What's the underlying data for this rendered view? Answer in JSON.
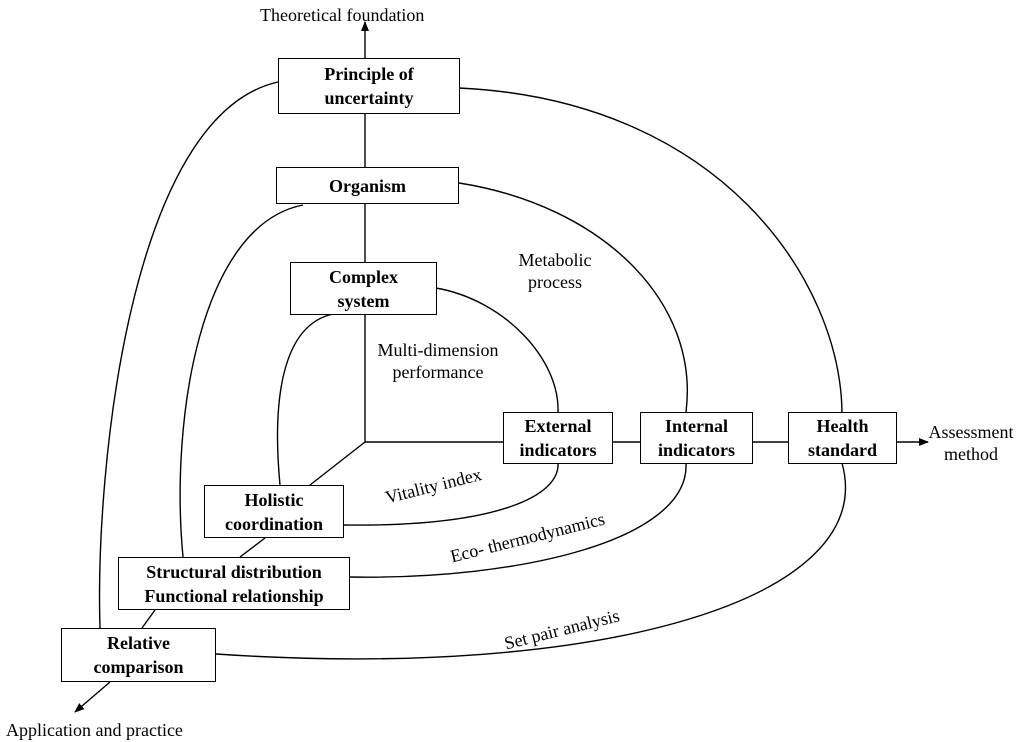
{
  "boxes": {
    "principle": "Principle of\nuncertainty",
    "organism": "Organism",
    "complex": "Complex\nsystem",
    "external": "External\nindicators",
    "internal": "Internal\nindicators",
    "health": "Health\nstandard",
    "holistic": "Holistic\ncoordination",
    "structural": "Structural distribution\nFunctional relationship",
    "relative": "Relative\ncomparison"
  },
  "labels": {
    "theoretical": "Theoretical  foundation",
    "assessment": "Assessment\nmethod",
    "application": "Application and practice",
    "metabolic": "Metabolic\nprocess",
    "multi": "Multi-dimension\nperformance",
    "vitality": "Vitality index",
    "eco": "Eco- thermodynamics",
    "setpair": "Set pair analysis"
  }
}
